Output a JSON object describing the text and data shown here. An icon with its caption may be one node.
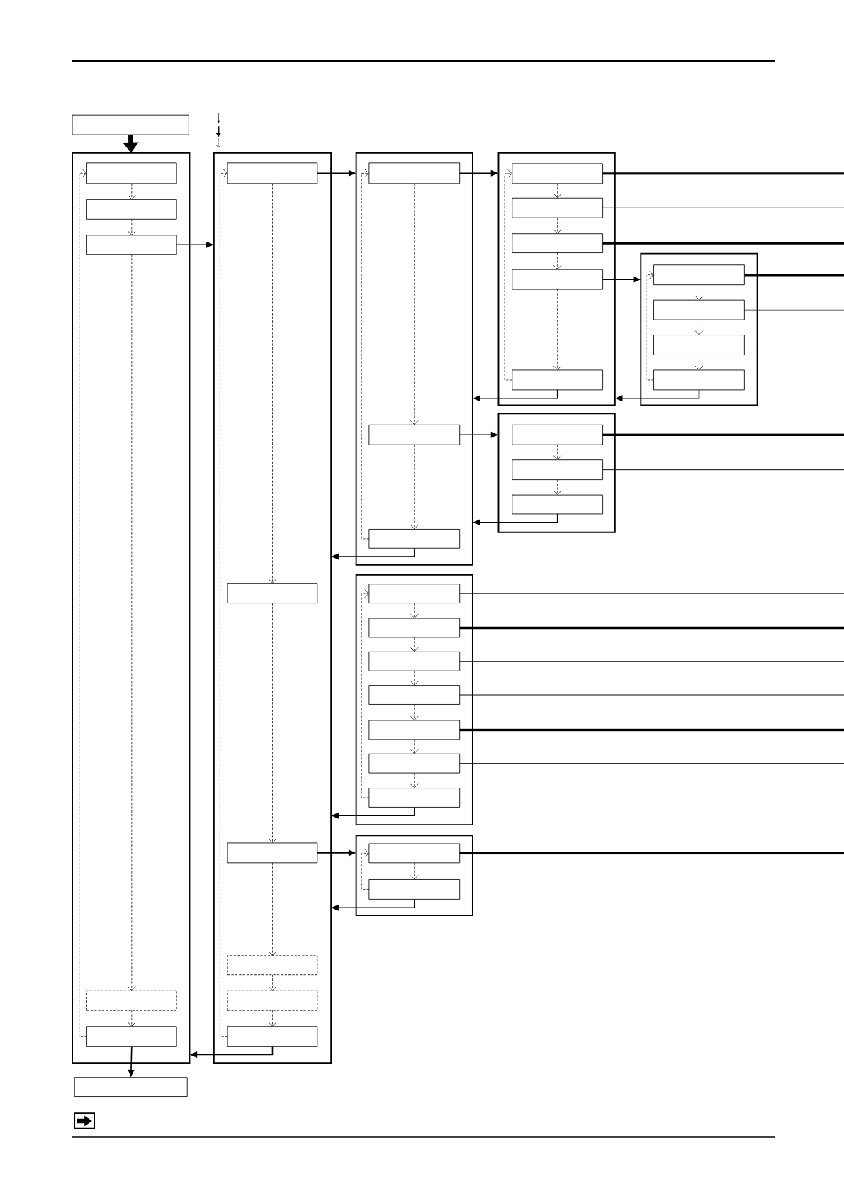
{
  "diagram": {
    "nodes": [
      {
        "text": [],
        "shape": "box"
      },
      {
        "text": [],
        "shape": "box"
      },
      {
        "text": [],
        "shape": "box",
        "in": 1
      },
      {
        "text": [],
        "shape": "box",
        "in": 1
      },
      {
        "text": [],
        "shape": "box",
        "in": 1
      },
      {
        "text": [],
        "shape": "box",
        "in": 1
      },
      {
        "text": [],
        "shape": "box",
        "in": 1
      },
      {
        "text": [],
        "shape": "box"
      },
      {
        "text": [],
        "shape": "box"
      },
      {
        "text": [],
        "shape": "box",
        "in": 8
      },
      {
        "text": [],
        "shape": "box",
        "in": 8
      },
      {
        "text": [],
        "shape": "box",
        "in": 8
      },
      {
        "text": [],
        "shape": "box",
        "in": 8
      },
      {
        "text": [],
        "shape": "box",
        "in": 8
      },
      {
        "text": [],
        "shape": "box",
        "in": 8
      },
      {
        "text": [],
        "shape": "box"
      },
      {
        "text": [],
        "shape": "box",
        "in": 15
      },
      {
        "text": [],
        "shape": "box",
        "in": 15
      },
      {
        "text": [],
        "shape": "box",
        "in": 15
      },
      {
        "text": [],
        "shape": "box"
      },
      {
        "text": [],
        "shape": "box",
        "in": 19
      },
      {
        "text": [],
        "shape": "box",
        "in": 19
      },
      {
        "text": [],
        "shape": "box",
        "in": 19
      },
      {
        "text": [],
        "shape": "box",
        "in": 19
      },
      {
        "text": [],
        "shape": "box",
        "in": 19
      },
      {
        "text": [],
        "shape": "box"
      },
      {
        "text": [],
        "shape": "box",
        "in": 25
      },
      {
        "text": [],
        "shape": "box",
        "in": 25
      },
      {
        "text": [],
        "shape": "box",
        "in": 25
      },
      {
        "text": [],
        "shape": "box",
        "in": 25
      },
      {
        "text": [],
        "shape": "box"
      },
      {
        "text": [],
        "shape": "box",
        "in": 30
      },
      {
        "text": [],
        "shape": "box",
        "in": 30
      },
      {
        "text": [],
        "shape": "box",
        "in": 30
      },
      {
        "text": [],
        "shape": "box"
      },
      {
        "text": [],
        "shape": "box",
        "in": 34
      },
      {
        "text": [],
        "shape": "box",
        "in": 34
      },
      {
        "text": [],
        "shape": "box",
        "in": 34
      },
      {
        "text": [],
        "shape": "box",
        "in": 34
      },
      {
        "text": [],
        "shape": "box",
        "in": 34
      },
      {
        "text": [],
        "shape": "box",
        "in": 34
      },
      {
        "text": [],
        "shape": "box",
        "in": 34
      },
      {
        "text": [],
        "shape": "box"
      },
      {
        "text": [],
        "shape": "box",
        "in": 42
      },
      {
        "text": [],
        "shape": "box",
        "in": 42
      }
    ],
    "edges": [
      {
        "from": 0,
        "to": 1,
        "arrow": "to",
        "style": "thick"
      },
      {
        "from": 2,
        "to": 3,
        "arrow": "to",
        "style": "dashed"
      },
      {
        "from": 3,
        "to": 4,
        "arrow": "to",
        "style": "dashed"
      },
      {
        "from": 4,
        "to": 5,
        "arrow": "to",
        "style": "dashed"
      },
      {
        "from": 5,
        "to": 6,
        "arrow": "to",
        "style": "dashed"
      },
      {
        "from": 6,
        "to": 2,
        "arrow": "to",
        "style": "dashed"
      },
      {
        "from": 6,
        "to": 7,
        "arrow": "to"
      },
      {
        "from": 4,
        "to": 8,
        "arrow": "to"
      },
      {
        "from": 9,
        "to": 10,
        "arrow": "to",
        "style": "dashed"
      },
      {
        "from": 10,
        "to": 11,
        "arrow": "to",
        "style": "dashed"
      },
      {
        "from": 11,
        "to": 12,
        "arrow": "to",
        "style": "dashed"
      },
      {
        "from": 12,
        "to": 13,
        "arrow": "to",
        "style": "dashed"
      },
      {
        "from": 13,
        "to": 14,
        "arrow": "to",
        "style": "dashed"
      },
      {
        "from": 14,
        "to": 9,
        "arrow": "to",
        "style": "dashed"
      },
      {
        "from": 14,
        "to": 1,
        "arrow": "to"
      },
      {
        "from": 9,
        "to": 15,
        "arrow": "to"
      },
      {
        "from": 11,
        "to": 42,
        "arrow": "to"
      },
      {
        "from": 16,
        "to": 17,
        "arrow": "to",
        "style": "dashed"
      },
      {
        "from": 17,
        "to": 18,
        "arrow": "to",
        "style": "dashed"
      },
      {
        "from": 18,
        "to": 16,
        "arrow": "to",
        "style": "dashed"
      },
      {
        "from": 16,
        "to": 19,
        "arrow": "to"
      },
      {
        "from": 17,
        "to": 30,
        "arrow": "to"
      },
      {
        "from": 18,
        "to": 8,
        "arrow": "to"
      },
      {
        "from": 20,
        "to": 21,
        "arrow": "to",
        "style": "dashed"
      },
      {
        "from": 21,
        "to": 22,
        "arrow": "to",
        "style": "dashed"
      },
      {
        "from": 22,
        "to": 23,
        "arrow": "to",
        "style": "dashed"
      },
      {
        "from": 23,
        "to": 24,
        "arrow": "to",
        "style": "dashed"
      },
      {
        "from": 24,
        "to": 20,
        "arrow": "to",
        "style": "dashed"
      },
      {
        "from": 23,
        "to": 25,
        "arrow": "to"
      },
      {
        "from": 24,
        "to": 15,
        "arrow": "to"
      },
      {
        "from": 26,
        "to": 27,
        "arrow": "to",
        "style": "dashed"
      },
      {
        "from": 27,
        "to": 28,
        "arrow": "to",
        "style": "dashed"
      },
      {
        "from": 28,
        "to": 29,
        "arrow": "to",
        "style": "dashed"
      },
      {
        "from": 29,
        "to": 26,
        "arrow": "to",
        "style": "dashed"
      },
      {
        "from": 29,
        "to": 19,
        "arrow": "to"
      },
      {
        "from": 31,
        "to": 32,
        "arrow": "to",
        "style": "dashed"
      },
      {
        "from": 32,
        "to": 33,
        "arrow": "to",
        "style": "dashed"
      },
      {
        "from": 33,
        "to": 15,
        "arrow": "to"
      },
      {
        "from": 35,
        "to": 36,
        "arrow": "to",
        "style": "dashed"
      },
      {
        "from": 36,
        "to": 37,
        "arrow": "to",
        "style": "dashed"
      },
      {
        "from": 37,
        "to": 38,
        "arrow": "to",
        "style": "dashed"
      },
      {
        "from": 38,
        "to": 39,
        "arrow": "to",
        "style": "dashed"
      },
      {
        "from": 39,
        "to": 40,
        "arrow": "to",
        "style": "dashed"
      },
      {
        "from": 40,
        "to": 41,
        "arrow": "to",
        "style": "dashed"
      },
      {
        "from": 41,
        "to": 35,
        "arrow": "to",
        "style": "dashed"
      },
      {
        "from": 41,
        "to": 8,
        "arrow": "to"
      },
      {
        "from": 43,
        "to": 44,
        "arrow": "to",
        "style": "dashed"
      },
      {
        "from": 44,
        "to": 43,
        "arrow": "to",
        "style": "dashed"
      },
      {
        "from": 44,
        "to": 8,
        "arrow": "to"
      },
      {
        "from": 20,
        "to": null,
        "arrow": "none",
        "style": "thick"
      },
      {
        "from": 21,
        "to": null,
        "arrow": "none"
      },
      {
        "from": 22,
        "to": null,
        "arrow": "none",
        "style": "thick"
      },
      {
        "from": 26,
        "to": null,
        "arrow": "none",
        "style": "thick"
      },
      {
        "from": 27,
        "to": null,
        "arrow": "none"
      },
      {
        "from": 28,
        "to": null,
        "arrow": "none"
      },
      {
        "from": 31,
        "to": null,
        "arrow": "none",
        "style": "thick"
      },
      {
        "from": 32,
        "to": null,
        "arrow": "none"
      },
      {
        "from": 35,
        "to": null,
        "arrow": "none"
      },
      {
        "from": 36,
        "to": null,
        "arrow": "none",
        "style": "thick"
      },
      {
        "from": 37,
        "to": null,
        "arrow": "none"
      },
      {
        "from": 38,
        "to": null,
        "arrow": "none"
      },
      {
        "from": 39,
        "to": null,
        "arrow": "none",
        "style": "thick"
      },
      {
        "from": 40,
        "to": null,
        "arrow": "none"
      },
      {
        "from": 43,
        "to": null,
        "arrow": "none",
        "style": "thick"
      }
    ]
  }
}
